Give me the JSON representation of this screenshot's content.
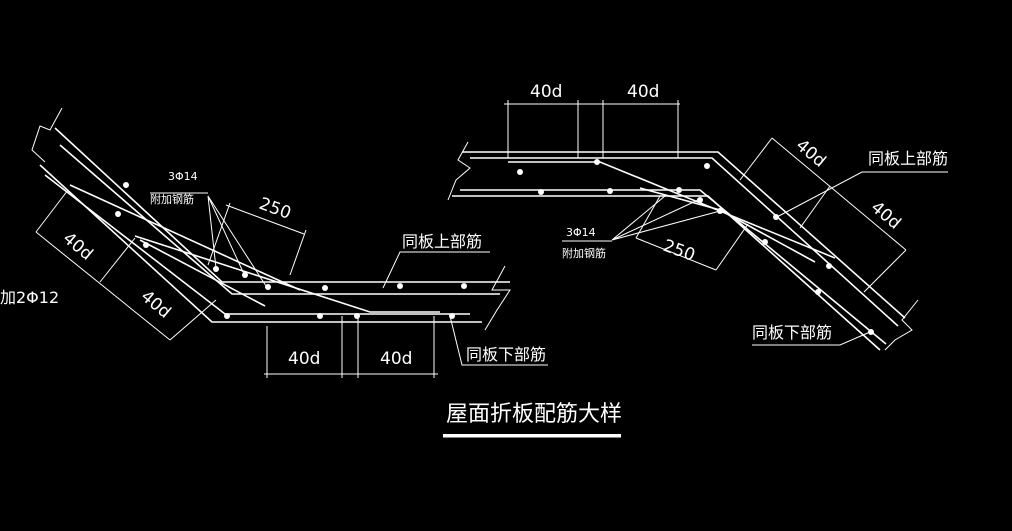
{
  "title": "屋面折板配筋大样",
  "left_detail": {
    "dim_40d_slope_1": "40d",
    "dim_40d_slope_2": "40d",
    "dim_250": "250",
    "dim_40d_bottom_1": "40d",
    "dim_40d_bottom_2": "40d",
    "bar_count": "3Φ14",
    "bar_desc": "附加钢筋",
    "label_top": "同板上部筋",
    "label_bottom": "同板下部筋",
    "edge_label": "加2Φ12"
  },
  "right_detail": {
    "dim_40d_top_1": "40d",
    "dim_40d_top_2": "40d",
    "dim_40d_slope_1": "40d",
    "dim_40d_slope_2": "40d",
    "dim_250": "250",
    "bar_count": "3Φ14",
    "bar_desc": "附加钢筋",
    "label_top": "同板上部筋",
    "label_bottom": "同板下部筋"
  }
}
